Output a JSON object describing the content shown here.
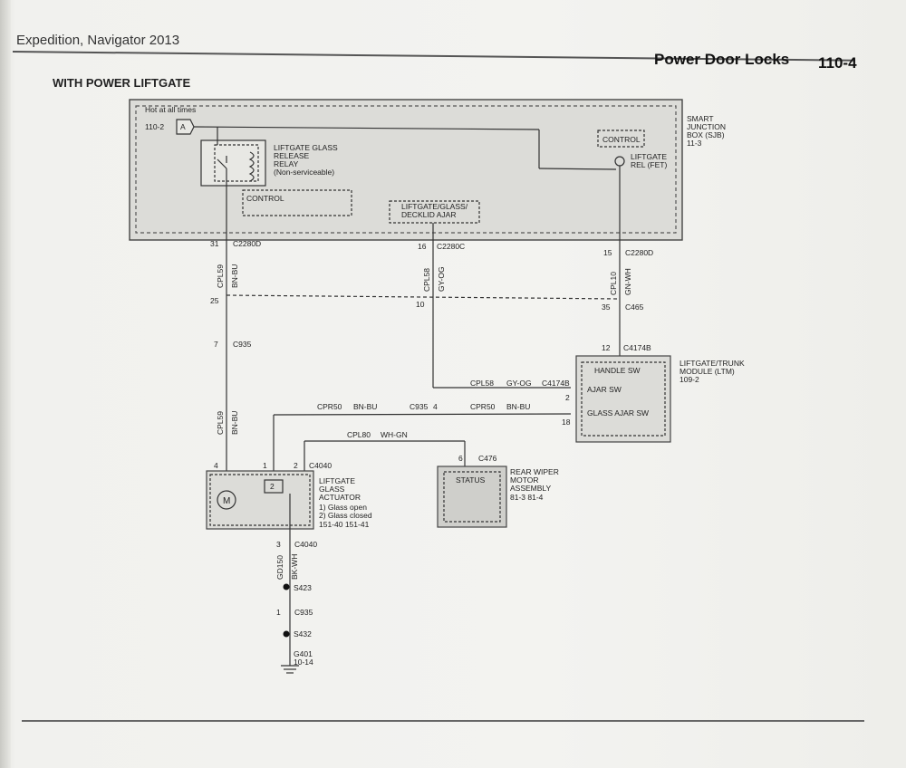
{
  "header": {
    "vehicle": "Expedition, Navigator 2013",
    "section_title": "Power Door Locks",
    "page_number": "110-4"
  },
  "subtitle": "WITH POWER LIFTGATE",
  "diagram": {
    "sjb": {
      "hot_label": "Hot at all times",
      "ref": "110-2",
      "ref_letter": "A",
      "name_l1": "SMART",
      "name_l2": "JUNCTION",
      "name_l3": "BOX (SJB)",
      "name_l4": "11-3",
      "relay_l1": "LIFTGATE GLASS",
      "relay_l2": "RELEASE",
      "relay_l3": "RELAY",
      "relay_l4": "(Non-serviceable)",
      "control_left": "CONTROL",
      "control_right": "CONTROL",
      "fet_l1": "LIFTGATE",
      "fet_l2": "REL (FET)",
      "ajar_l1": "LIFTGATE/GLASS/",
      "ajar_l2": "DECKLID AJAR"
    },
    "wire_left": {
      "pin_top": "31",
      "conn_top": "C2280D",
      "circuit": "CPL59",
      "color": "BN-BU",
      "pin_mid": "25",
      "pin_c935": "7",
      "conn_c935": "C935",
      "circuit2": "CPL59",
      "color2": "BN-BU",
      "pin_act": "4"
    },
    "wire_mid": {
      "pin_top": "16",
      "conn_top": "C2280C",
      "circuit": "CPL58",
      "color": "GY-OG",
      "pin_mid": "10",
      "h_circuit": "CPL58",
      "h_color": "GY-OG",
      "ltm_conn": "C4174B"
    },
    "wire_right": {
      "pin_top": "15",
      "conn_top": "C2280D",
      "circuit": "CPL10",
      "color": "GN-WH",
      "pin_c465": "35",
      "conn_c465": "C465",
      "pin_ltm": "12",
      "conn_ltm": "C4174B"
    },
    "ltm": {
      "name_l1": "LIFTGATE/TRUNK",
      "name_l2": "MODULE (LTM)",
      "name_l3": "109-2",
      "sw1": "HANDLE SW",
      "sw2": "AJAR SW",
      "sw3": "GLASS AJAR SW",
      "pin_ajar": "2",
      "pin_glass": "18"
    },
    "cpr50": {
      "left_circuit": "CPR50",
      "left_color": "BN-BU",
      "conn": "C935",
      "conn_pin": "4",
      "right_circuit": "CPR50",
      "right_color": "BN-BU"
    },
    "cpl80": {
      "circuit": "CPL80",
      "color": "WH-GN"
    },
    "actuator": {
      "name_l1": "LIFTGATE",
      "name_l2": "GLASS",
      "name_l3": "ACTUATOR",
      "opt1": "1) Glass open",
      "opt2": "2) Glass closed",
      "refs": "151-40   151-41",
      "motor": "M",
      "pin1": "1",
      "pin2": "2",
      "conn": "C4040",
      "sw_label": "2"
    },
    "wiper": {
      "name_l1": "REAR WIPER",
      "name_l2": "MOTOR",
      "name_l3": "ASSEMBLY",
      "refs": "81-3   81-4",
      "status": "STATUS",
      "pin": "6",
      "conn": "C476"
    },
    "ground": {
      "pin_a": "3",
      "conn_a": "C4040",
      "circuit": "GD150",
      "color": "BK-WH",
      "splice1": "S423",
      "pin_b": "1",
      "conn_b": "C935",
      "splice2": "S432",
      "gnd": "G401",
      "gnd_ref": "10-14"
    }
  }
}
